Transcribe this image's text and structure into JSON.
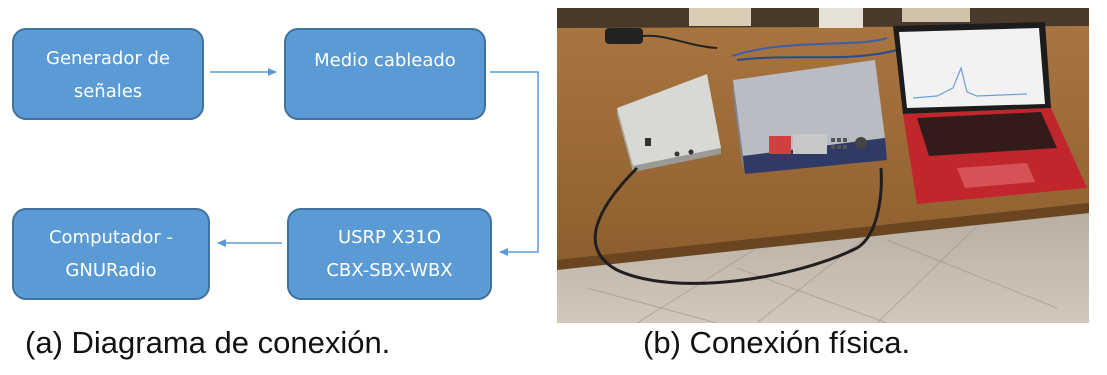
{
  "diagram": {
    "boxes": {
      "generador": {
        "line1": "Generador de",
        "line2": "señales"
      },
      "medio": {
        "line1": "Medio cableado"
      },
      "computador": {
        "line1": "Computador -",
        "line2": "GNURadio"
      },
      "usrp": {
        "line1": "USRP X31O",
        "line2": "CBX-SBX-WBX"
      }
    },
    "colors": {
      "box_fill": "#5b9bd5",
      "box_border": "#41719c",
      "arrow": "#5b9bd5",
      "text": "#ffffff"
    }
  },
  "captions": {
    "a": "(a) Diagrama de conexión.",
    "b": "(b) Conexión física."
  },
  "photo": {
    "icons": [
      "desk-photo",
      "laptop-icon",
      "signal-generator-icon",
      "usrp-device-icon",
      "coax-cable-icon"
    ]
  }
}
